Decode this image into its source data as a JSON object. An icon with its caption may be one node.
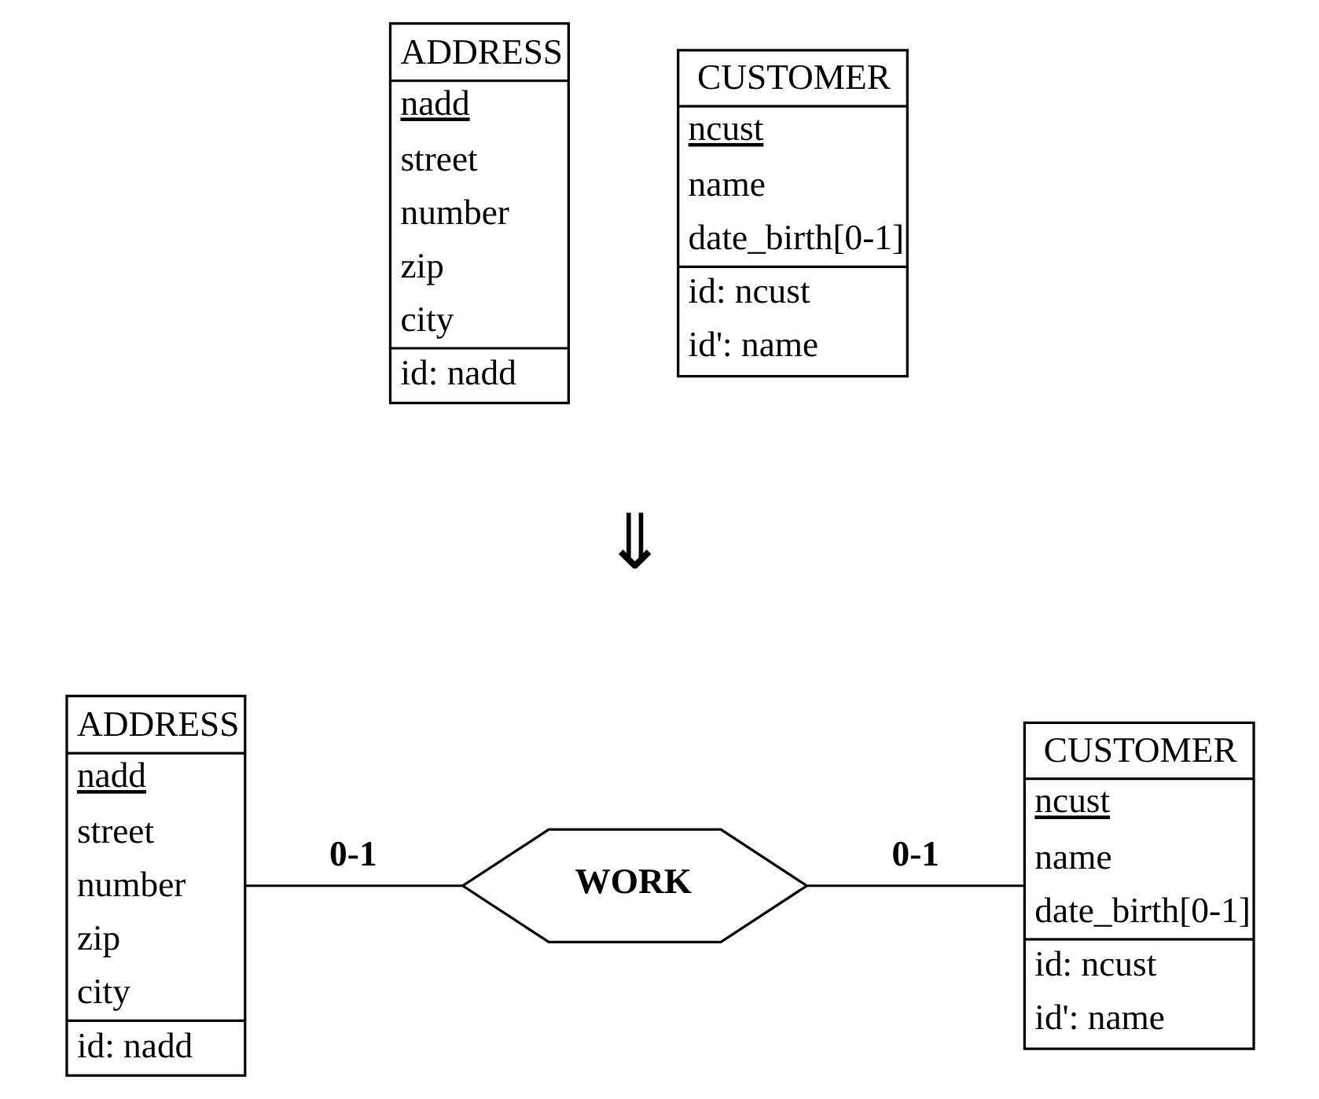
{
  "diagram": {
    "nodes": [
      {
        "text": [
          "ADDRESS",
          "nadd",
          "street",
          "number",
          "zip",
          "city",
          "id: nadd"
        ]
      },
      {
        "text": [
          "CUSTOMER",
          "ncust",
          "name",
          "date_birth[0-1]",
          "id: ncust",
          "id': name"
        ]
      },
      {
        "text": [
          "ADDRESS",
          "nadd",
          "street",
          "number",
          "zip",
          "city",
          "id: nadd"
        ]
      },
      {
        "text": [
          "WORK"
        ]
      },
      {
        "text": [
          "CUSTOMER",
          "ncust",
          "name",
          "date_birth[0-1]",
          "id: ncust",
          "id': name"
        ]
      }
    ],
    "edges": [
      {
        "from": 2,
        "to": 3,
        "arrow": "none",
        "label": "0-1"
      },
      {
        "from": 3,
        "to": 4,
        "arrow": "none",
        "label": "0-1"
      }
    ],
    "labels": [
      "⇓"
    ]
  }
}
